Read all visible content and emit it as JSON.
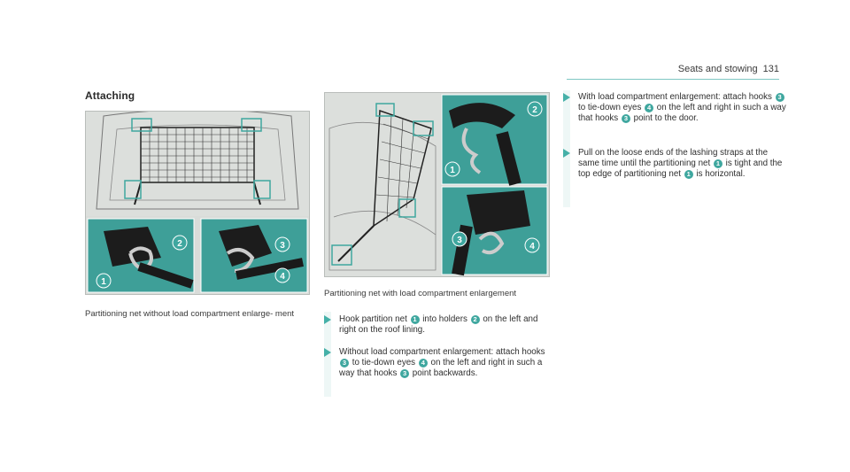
{
  "header": {
    "section": "Seats and stowing",
    "page_number": "131"
  },
  "heading": "Attaching",
  "figures": [
    {
      "caption": "Partitioning net without load compartment enlarge- ment",
      "callouts": [
        "1",
        "2",
        "3",
        "4"
      ]
    },
    {
      "caption": "Partitioning net with load compartment enlargement",
      "callouts": [
        "1",
        "2",
        "3",
        "4"
      ]
    }
  ],
  "steps": [
    {
      "parts": [
        "Hook partition net ",
        "1",
        " into holders ",
        "2",
        " on the left and right on the roof lining."
      ]
    },
    {
      "parts": [
        "Without load compartment enlargement: attach hooks ",
        "3",
        " to tie-down eyes ",
        "4",
        " on the left and right in such a way that hooks ",
        "3",
        " point backwards."
      ]
    },
    {
      "parts": [
        "With load compartment enlargement: attach hooks ",
        "3",
        " to tie-down eyes ",
        "4",
        " on the left and right in such a way that hooks ",
        "3",
        " point to the door."
      ]
    },
    {
      "parts": [
        "Pull on the loose ends of the lashing straps at the same time until the partitioning net ",
        "1",
        " is tight and the top edge of partitioning net ",
        "1",
        " is horizontal."
      ]
    }
  ],
  "colors": {
    "accent": "#3fa79f",
    "rule": "#7fc7c3",
    "step_bg": "#eef7f6"
  }
}
